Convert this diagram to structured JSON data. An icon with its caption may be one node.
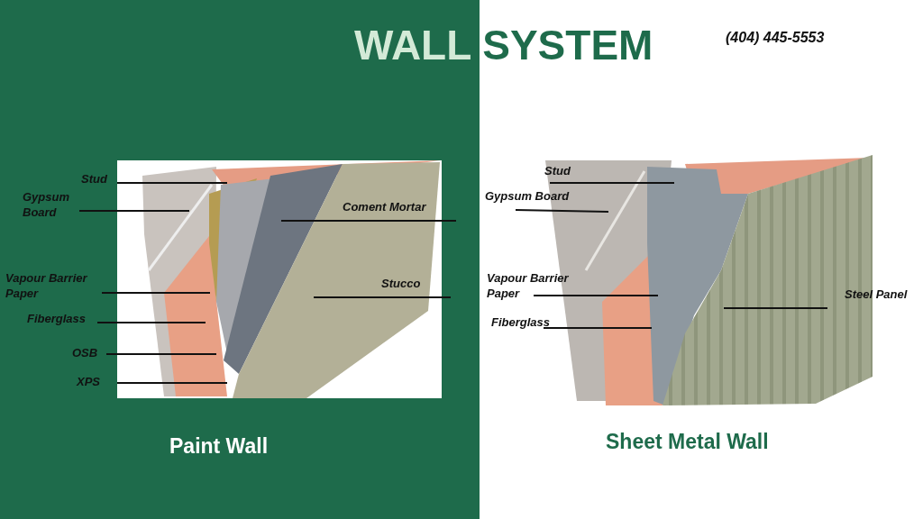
{
  "diagram": {
    "title": "WALL SYSTEM",
    "nodes": [
      {
        "text": [
          "Stud"
        ]
      },
      {
        "text": [
          "Gypsum Board"
        ]
      },
      {
        "text": [
          "Vapour Barrier Paper"
        ]
      },
      {
        "text": [
          "Fiberglass"
        ]
      },
      {
        "text": [
          "OSB"
        ]
      },
      {
        "text": [
          "XPS"
        ]
      },
      {
        "text": [
          "Coment Mortar"
        ]
      },
      {
        "text": [
          "Stucco"
        ]
      },
      {
        "text": [
          "Stud"
        ]
      },
      {
        "text": [
          "Gypsum Board"
        ]
      },
      {
        "text": [
          "Vapour Barrier Paper"
        ]
      },
      {
        "text": [
          "Fiberglass"
        ]
      },
      {
        "text": [
          "Steel Panel"
        ]
      }
    ],
    "edges": [
      {
        "from": 0,
        "to": null,
        "arrow": "none"
      },
      {
        "from": 1,
        "to": null,
        "arrow": "none"
      },
      {
        "from": 2,
        "to": null,
        "arrow": "none"
      },
      {
        "from": 3,
        "to": null,
        "arrow": "none"
      },
      {
        "from": 4,
        "to": null,
        "arrow": "none"
      },
      {
        "from": 5,
        "to": null,
        "arrow": "none"
      },
      {
        "from": 6,
        "to": null,
        "arrow": "none"
      },
      {
        "from": 7,
        "to": null,
        "arrow": "none"
      },
      {
        "from": 8,
        "to": null,
        "arrow": "none"
      },
      {
        "from": 9,
        "to": null,
        "arrow": "none"
      },
      {
        "from": 10,
        "to": null,
        "arrow": "none"
      },
      {
        "from": 11,
        "to": null,
        "arrow": "none"
      },
      {
        "from": 12,
        "to": null,
        "arrow": "none"
      }
    ],
    "labels": [
      "(404) 445-5553",
      "Paint Wall",
      "Sheet Metal Wall"
    ]
  }
}
